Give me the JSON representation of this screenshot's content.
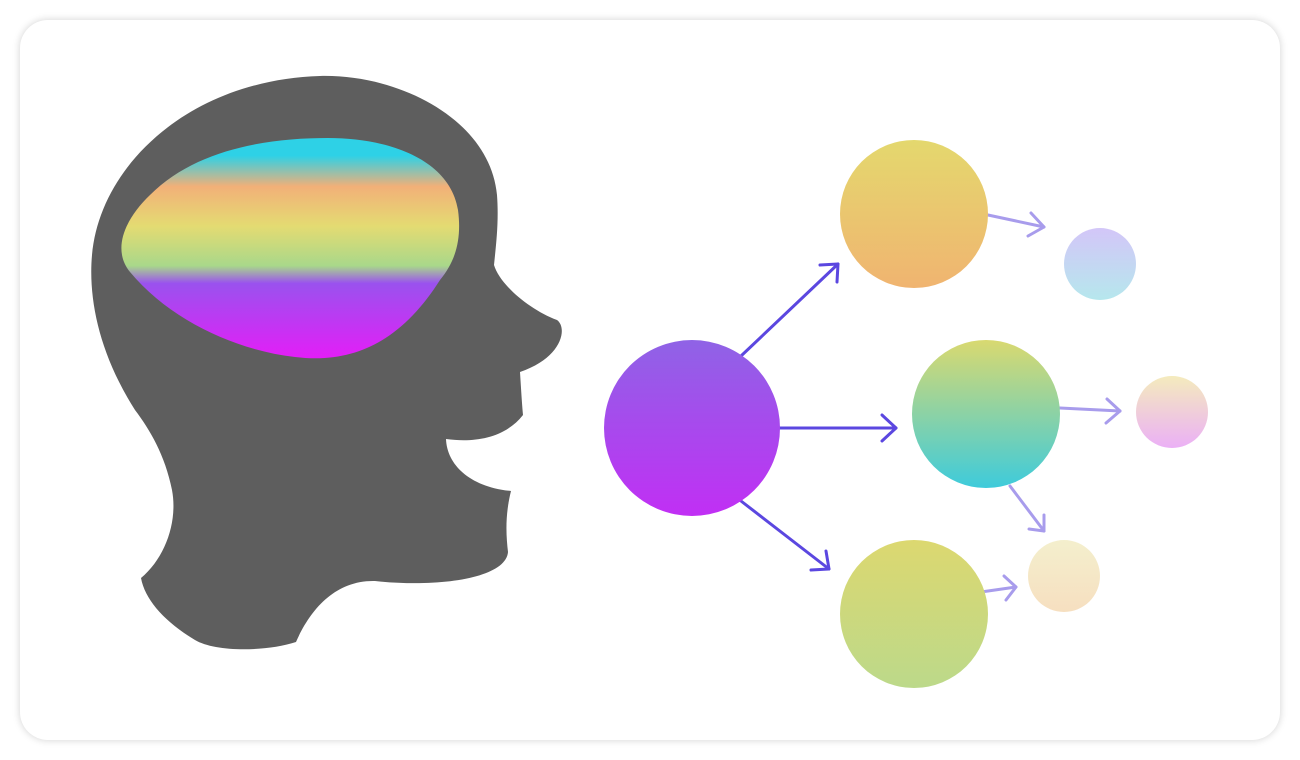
{
  "illustration": {
    "description_icons": [
      "head-silhouette-icon",
      "brain-gradient-icon",
      "idea-node-icon",
      "arrow-icon"
    ],
    "colors": {
      "head": "#5e5e5e",
      "arrow_primary": "#5b47e0",
      "arrow_secondary": "#a89cec",
      "brain_stripes": [
        "#2ed1e6",
        "#f2b078",
        "#e4db72",
        "#a9d88a",
        "#9a52ee",
        "#e31ef7"
      ]
    },
    "nodes": [
      {
        "id": "root",
        "gradient": [
          "#8f63e6",
          "#c12ff4"
        ]
      },
      {
        "id": "top",
        "gradient": [
          "#e4d86e",
          "#f0b470"
        ]
      },
      {
        "id": "middle",
        "gradient": [
          "#d9d970",
          "#3ecbdb"
        ]
      },
      {
        "id": "bottom",
        "gradient": [
          "#dcd870",
          "#bcd98a"
        ]
      },
      {
        "id": "top-leaf",
        "gradient": [
          "#d3c6f8",
          "#b6e7ed"
        ]
      },
      {
        "id": "middle-leaf",
        "gradient": [
          "#f4ebbd",
          "#ebb0f6"
        ]
      },
      {
        "id": "bottom-leaf",
        "gradient": [
          "#f4efcd",
          "#f6dfc0"
        ]
      }
    ]
  }
}
